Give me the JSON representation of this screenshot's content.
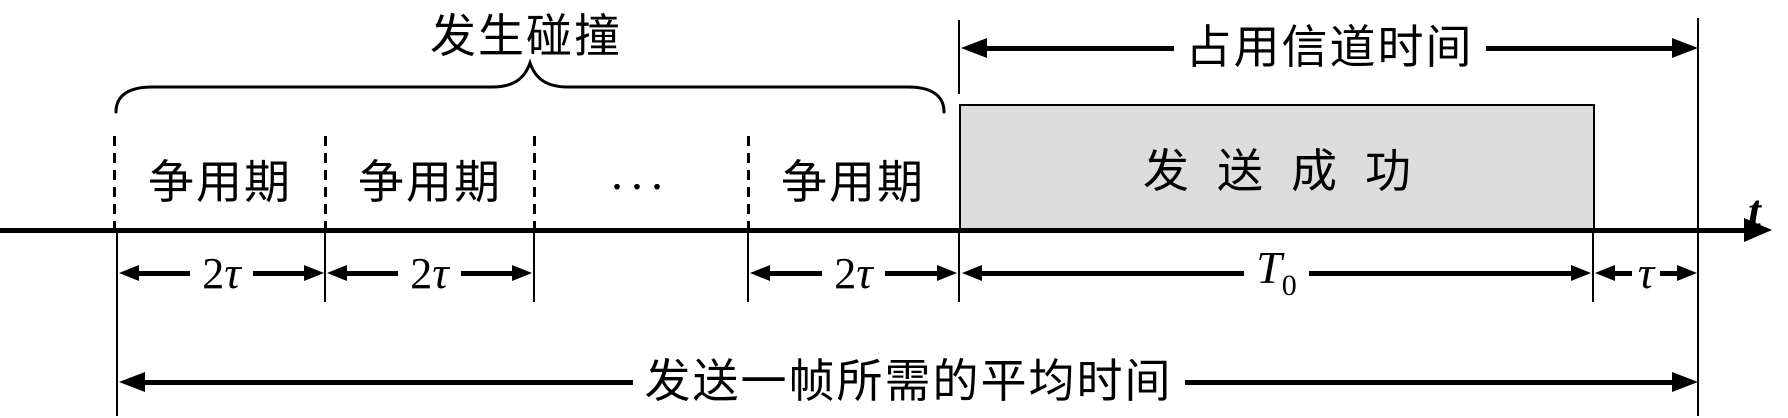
{
  "diagram": {
    "title_collision": "发生碰撞",
    "channel_occupation": "占用信道时间",
    "contention_labels": [
      "争用期",
      "争用期",
      "争用期"
    ],
    "ellipsis": "...",
    "success_label": "发送成功",
    "axis_label": "t",
    "two_tau": {
      "coefficient": "2",
      "symbol": "τ"
    },
    "t_zero": {
      "base": "T",
      "subscript": "0"
    },
    "tau_label": "τ",
    "avg_time_label": "发送一帧所需的平均时间",
    "colors": {
      "line": "#000000",
      "box_fill": "#dddddd",
      "background": "#ffffff"
    }
  }
}
